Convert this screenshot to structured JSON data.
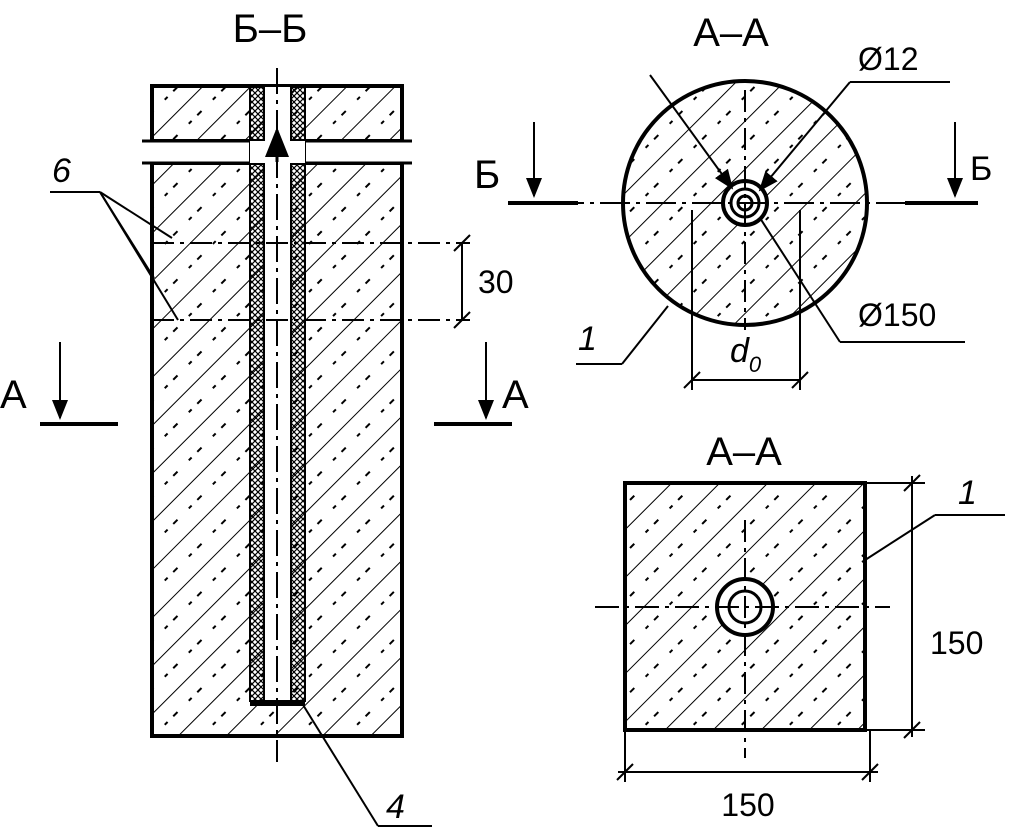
{
  "titles": {
    "section_bb": "Б–Б",
    "section_aa_round": "А–А",
    "section_aa_square": "А–А"
  },
  "cut_marks": {
    "a_left": "А",
    "a_right": "А",
    "b_left": "Б",
    "b_right": "Б"
  },
  "callouts": {
    "item_6": "6",
    "item_4": "4",
    "item_1_round": "1",
    "item_1_square": "1"
  },
  "dimensions": {
    "gap": "30",
    "hole_diameter": "Ø12",
    "specimen_diameter": "Ø150",
    "d0_symbol": "d",
    "d0_subscript": "0",
    "square_height": "150",
    "square_width": "150"
  },
  "colors": {
    "ink": "#000000",
    "paper": "#ffffff"
  }
}
